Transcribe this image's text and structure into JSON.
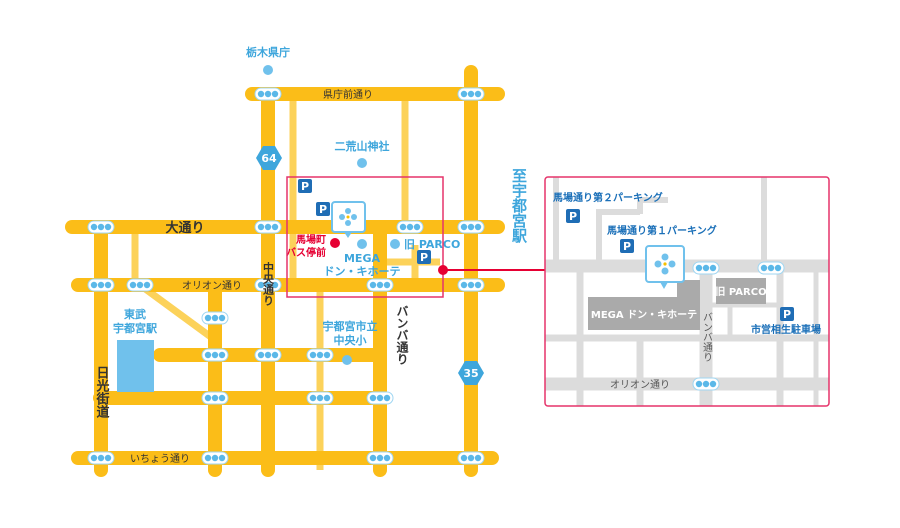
{
  "colors": {
    "road": "#fbbd18",
    "minor_road": "#fcd25a",
    "accent_blue": "#3ea6dc",
    "marker_red": "#e60033",
    "frame": "#e5336a",
    "inset_road": "#dcdcdc",
    "building": "#aaaaaa"
  },
  "main_map": {
    "landmarks": {
      "tochigi_pref": "栃木県庁",
      "futarasan": "二荒山神社",
      "mega_donki_1": "MEGA",
      "mega_donki_2": "ドン・キホーテ",
      "old_parco": "旧 PARCO",
      "tobu_station_1": "東武",
      "tobu_station_2": "宇都宮駅",
      "school_1": "宇都宮市立",
      "school_2": "中央小"
    },
    "bus_stop": {
      "line1": "馬場町",
      "line2": "バス停前"
    },
    "roads": {
      "kenchomae": "県庁前通り",
      "odori": "大通り",
      "orion": "オリオン通り",
      "icho": "いちょう通り",
      "chuo": "中央通り",
      "banba": "バンバ通り",
      "nikko": "日光街道"
    },
    "route_badges": [
      "64",
      "35"
    ],
    "direction": "至宇都宮駅",
    "parking_label": "P"
  },
  "inset_map": {
    "parking2": "馬場通り第２パーキング",
    "parking1": "馬場通り第１パーキング",
    "donki": "MEGA ドン・キホーテ",
    "parco": "旧 PARCO",
    "city_parking": "市営相生駐車場",
    "banba": "バンバ通り",
    "orion": "オリオン通り",
    "parking_label": "P"
  }
}
